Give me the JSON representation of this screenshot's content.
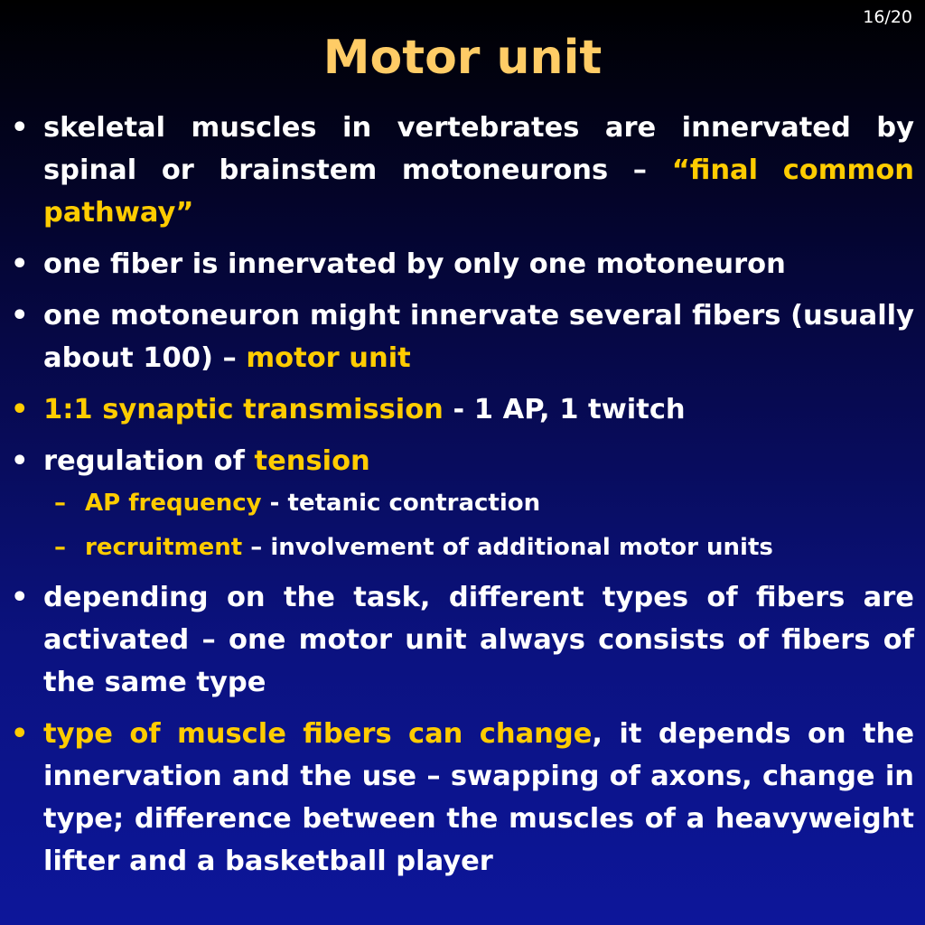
{
  "page_number": "16/20",
  "title": "Motor unit",
  "colors": {
    "title": "#ffcc66",
    "highlight": "#ffcc00",
    "text": "#ffffff",
    "background_top": "#000000",
    "background_bottom": "#0d169a"
  },
  "bullets": [
    {
      "marker": "•",
      "text_1": "skeletal muscles in vertebrates are innervated by spinal or brainstem motoneurons – ",
      "highlight_1": "“final common pathway”"
    },
    {
      "marker": "•",
      "text_1": "one fiber is innervated by only one motoneuron"
    },
    {
      "marker": "•",
      "text_1": "one motoneuron might innervate several fibers (usually about 100) – ",
      "highlight_1": "motor unit"
    },
    {
      "marker": "•",
      "highlight_1": "1:1 synaptic transmission",
      "text_1": " - 1 AP, 1 twitch"
    },
    {
      "marker": "•",
      "text_1": "regulation of ",
      "highlight_1": "tension",
      "sub_items": [
        {
          "marker": "–",
          "highlight": "AP frequency",
          "text": " - tetanic contraction"
        },
        {
          "marker": "–",
          "highlight": "recruitment",
          "text": " – involvement of additional motor units"
        }
      ]
    },
    {
      "marker": "•",
      "text_1": "depending on the task, different types of fibers are activated – one motor unit always consists of fibers of the same type"
    },
    {
      "marker": "•",
      "highlight_1": "type of muscle fibers can change",
      "text_1": ", it depends on the innervation and the use – swapping of axons, change in type; difference between the muscles of a heavyweight lifter and a basketball player"
    }
  ]
}
